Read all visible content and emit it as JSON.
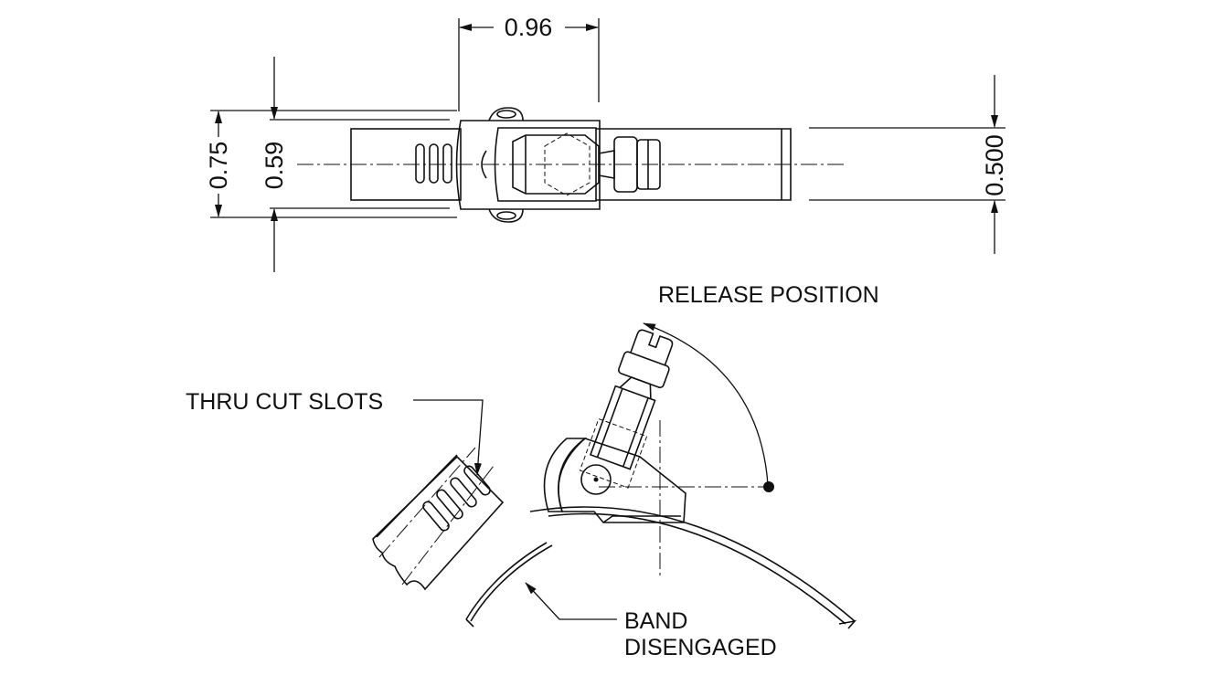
{
  "dimensions": {
    "width_top": "0.96",
    "height_outer": "0.75",
    "height_inner": "0.59",
    "band_width": "0.500"
  },
  "callouts": {
    "release_position": "RELEASE POSITION",
    "thru_cut_slots": "THRU CUT SLOTS",
    "band_line1": "BAND",
    "band_line2": "DISENGAGED"
  }
}
